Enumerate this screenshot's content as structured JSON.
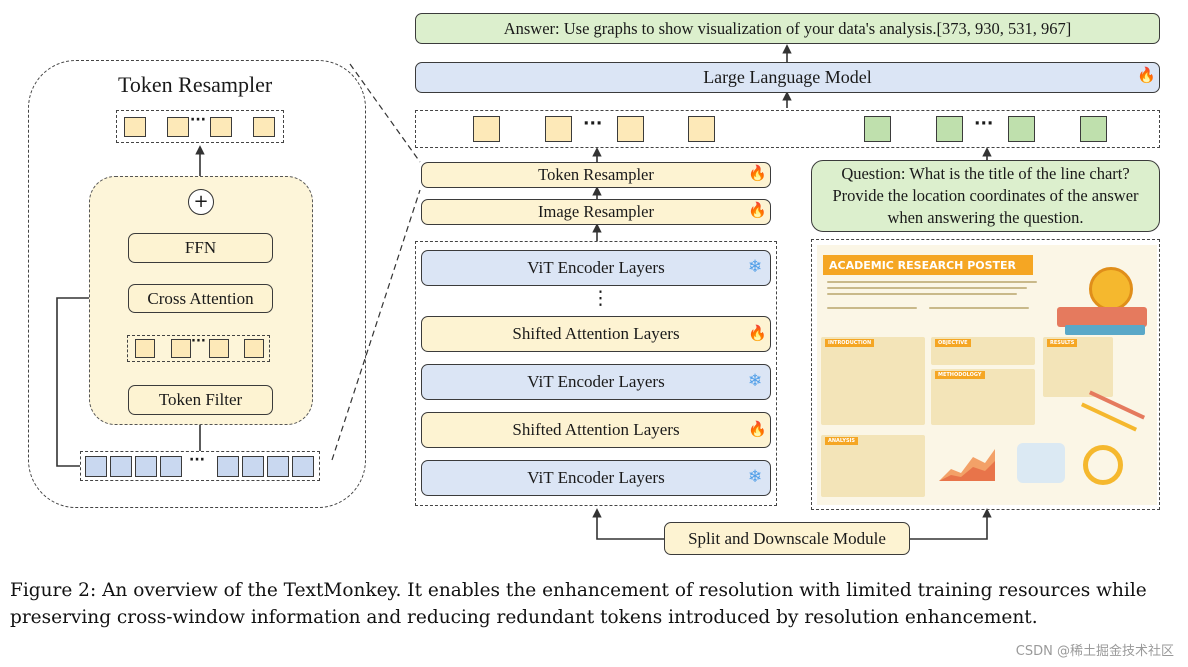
{
  "right": {
    "answer": "Answer: Use graphs to show visualization of your data's analysis.[373, 930, 531, 967]",
    "llm": "Large Language Model",
    "token_resampler": "Token Resampler",
    "image_resampler": "Image Resampler",
    "question": "Question: What is the title of the line chart? Provide the location coordinates of the answer when answering the question.",
    "encoder_stack": [
      {
        "label": "ViT Encoder Layers",
        "kind": "frozen"
      },
      {
        "label": "Shifted Attention Layers",
        "kind": "trainable"
      },
      {
        "label": "ViT Encoder Layers",
        "kind": "frozen"
      },
      {
        "label": "Shifted Attention Layers",
        "kind": "trainable"
      },
      {
        "label": "ViT Encoder Layers",
        "kind": "frozen"
      }
    ],
    "split_module": "Split and Downscale Module",
    "ellipsis": "⋮",
    "token_dots": "···"
  },
  "left": {
    "title": "Token Resampler",
    "ffn": "FFN",
    "cross_attention": "Cross Attention",
    "token_filter": "Token Filter",
    "plus": "+",
    "dots": "···"
  },
  "poster": {
    "title": "ACADEMIC RESEARCH POSTER",
    "sections": [
      "INTRODUCTION",
      "OBJECTIVE",
      "RESULTS",
      "METHODOLOGY",
      "ANALYSIS"
    ]
  },
  "icons": {
    "trainable": "fire-icon",
    "frozen": "snowflake-icon",
    "accent_yellow": "#fdf3d2",
    "accent_blue": "#dbe5f5",
    "accent_green": "#dcefcd",
    "fire_color": "#f07a1a",
    "snow_color": "#4f9ee8"
  },
  "caption": "Figure 2: An overview of the TextMonkey. It enables the enhancement of resolution with limited training resources while preserving cross-window information and reducing redundant tokens introduced by resolution enhancement.",
  "watermark": "CSDN @稀土掘金技术社区"
}
